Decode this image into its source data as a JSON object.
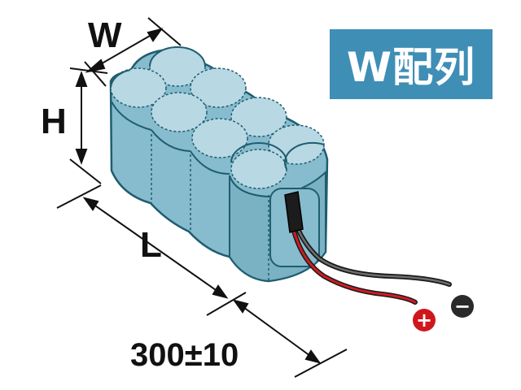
{
  "badge": {
    "text": "W配列",
    "background": "#3f8eb6",
    "color": "#ffffff"
  },
  "dimensions": {
    "width_label": "W",
    "height_label": "H",
    "length_label": "L",
    "lead_length_label": "300±10"
  },
  "terminals": {
    "positive_symbol": "+",
    "positive_color": "#d0161d",
    "negative_symbol": "−",
    "negative_color": "#2a2a2a"
  },
  "colors": {
    "cell_fill": "#86bccd",
    "cell_top": "#b8d8e3",
    "outline": "#1f5d70",
    "heat_shrink": "#222222",
    "wire_red": "#c0151b",
    "wire_black": "#333333"
  }
}
